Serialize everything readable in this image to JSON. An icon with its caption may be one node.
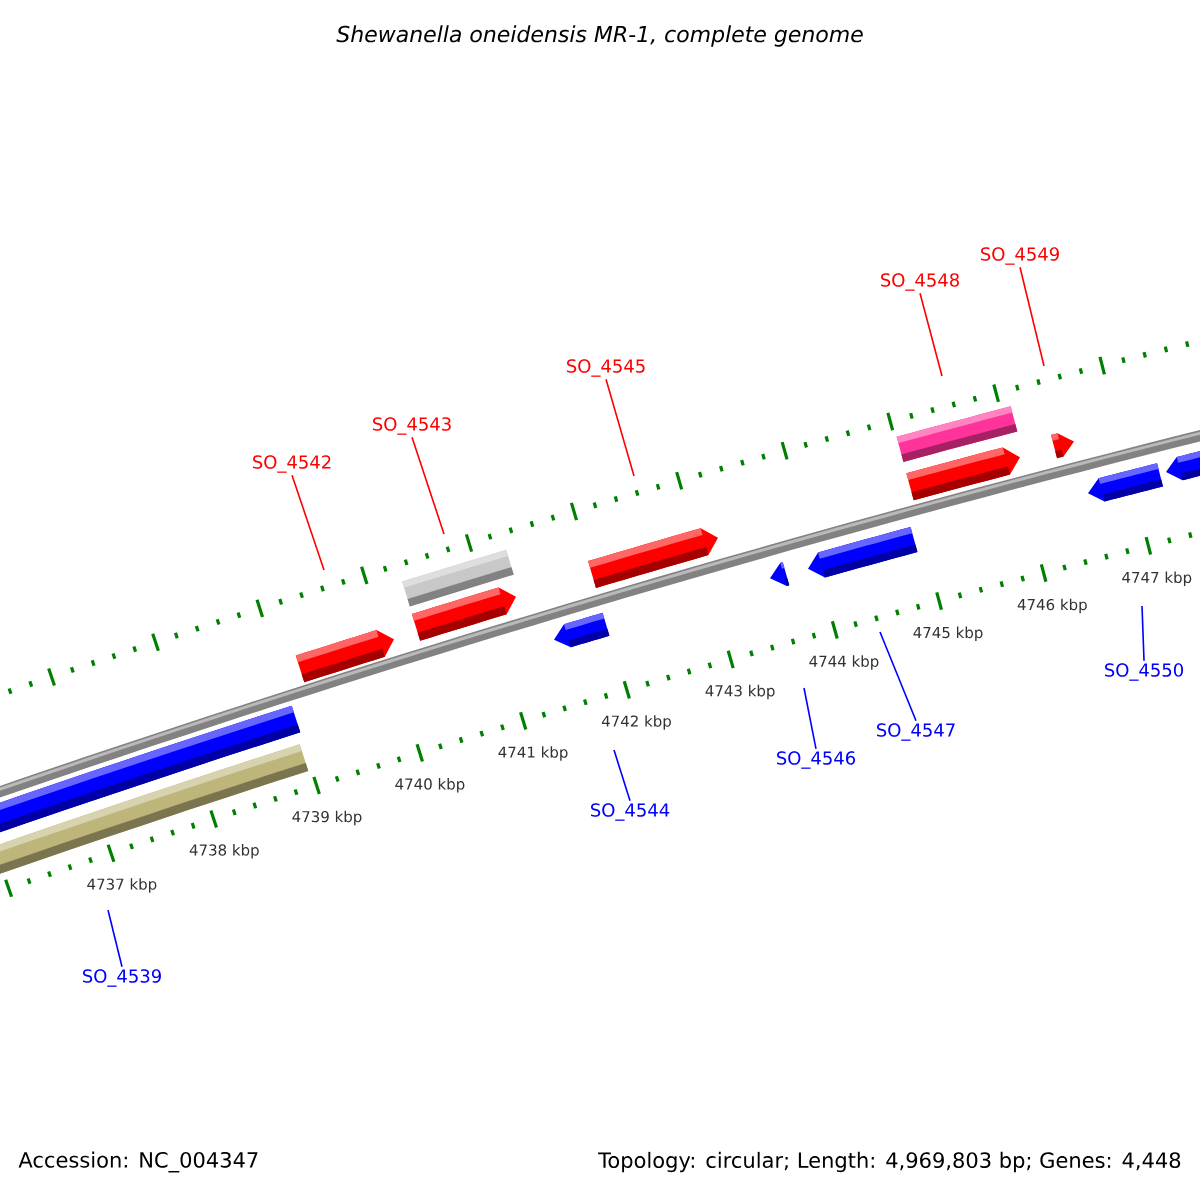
{
  "diagram": {
    "title": "Shewanella oneidensis MR-1, complete genome",
    "nodes": [
      {
        "text": [
          "SO_4549"
        ]
      },
      {
        "text": [
          "SO_4548"
        ]
      },
      {
        "text": [
          "SO_4545"
        ]
      },
      {
        "text": [
          "SO_4543"
        ]
      },
      {
        "text": [
          "SO_4542"
        ]
      },
      {
        "text": [
          "SO_4550"
        ]
      },
      {
        "text": [
          "SO_4547"
        ]
      },
      {
        "text": [
          "SO_4546"
        ]
      },
      {
        "text": [
          "SO_4544"
        ]
      },
      {
        "text": [
          "SO_4539"
        ]
      }
    ],
    "edges": [
      {
        "from": 0,
        "to": null,
        "arrow": "none",
        "color": "#ff0000"
      },
      {
        "from": 1,
        "to": null,
        "arrow": "none",
        "color": "#ff0000"
      },
      {
        "from": 2,
        "to": null,
        "arrow": "none",
        "color": "#ff0000"
      },
      {
        "from": 3,
        "to": null,
        "arrow": "none",
        "color": "#ff0000"
      },
      {
        "from": 4,
        "to": null,
        "arrow": "none",
        "color": "#ff0000"
      },
      {
        "from": 5,
        "to": null,
        "arrow": "none",
        "color": "#0000ff"
      },
      {
        "from": 6,
        "to": null,
        "arrow": "none",
        "color": "#0000ff"
      },
      {
        "from": 7,
        "to": null,
        "arrow": "none",
        "color": "#0000ff"
      },
      {
        "from": 8,
        "to": null,
        "arrow": "none",
        "color": "#0000ff"
      },
      {
        "from": 9,
        "to": null,
        "arrow": "none",
        "color": "#0000ff"
      }
    ],
    "labels": [
      "4747 kbp",
      "4746 kbp",
      "4745 kbp",
      "4744 kbp",
      "4743 kbp",
      "4742 kbp",
      "4741 kbp",
      "4740 kbp",
      "4739 kbp",
      "4738 kbp",
      "4737 kbp",
      "Accession: NC_004347",
      "Topology: circular; Length: 4,969,803 bp; Genes: 4,448"
    ]
  }
}
